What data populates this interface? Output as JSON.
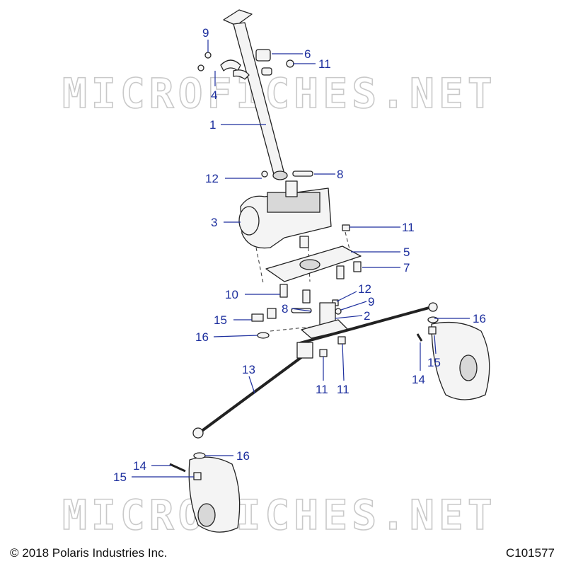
{
  "watermark": "MICROFICHES.NET",
  "footer": {
    "copyright": "© 2018 Polaris Industries Inc.",
    "drawing_id": "C101577"
  },
  "callouts": {
    "c9_top": "9",
    "c6": "6",
    "c11_top": "11",
    "c4": "4",
    "c1": "1",
    "c12_top": "12",
    "c8_top": "8",
    "c3": "3",
    "c11_gear": "11",
    "c5": "5",
    "c7": "7",
    "c10": "10",
    "c12_mid": "12",
    "c8_mid": "8",
    "c9_mid": "9",
    "c2": "2",
    "c15_left": "15",
    "c16_right": "16",
    "c16_left": "16",
    "c13": "13",
    "c15_right": "15",
    "c14_right": "14",
    "c11_a": "11",
    "c11_b": "11",
    "c16_bottom": "16",
    "c14_left": "14",
    "c15_bottom": "15"
  },
  "colors": {
    "callout": "#1d2f9e",
    "line_art": "#222222",
    "watermark": "#c9c9c9"
  }
}
